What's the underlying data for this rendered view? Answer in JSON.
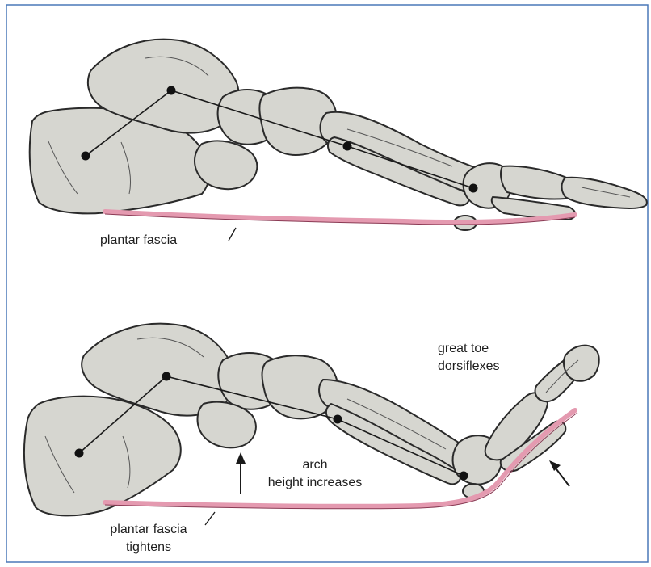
{
  "labels": {
    "top_plantar_fascia": "plantar fascia",
    "great_toe_line1": "great toe",
    "great_toe_line2": "dorsiflexes",
    "arch_line1": "arch",
    "arch_line2": "height increases",
    "bottom_plantar_line1": "plantar fascia",
    "bottom_plantar_line2": "tightens"
  },
  "colors": {
    "border": "#4a78b8",
    "bone_fill": "#d6d6d0",
    "bone_stroke": "#2a2a2a",
    "fascia": "#e49ab0",
    "axis_line": "#1a1a1a"
  }
}
